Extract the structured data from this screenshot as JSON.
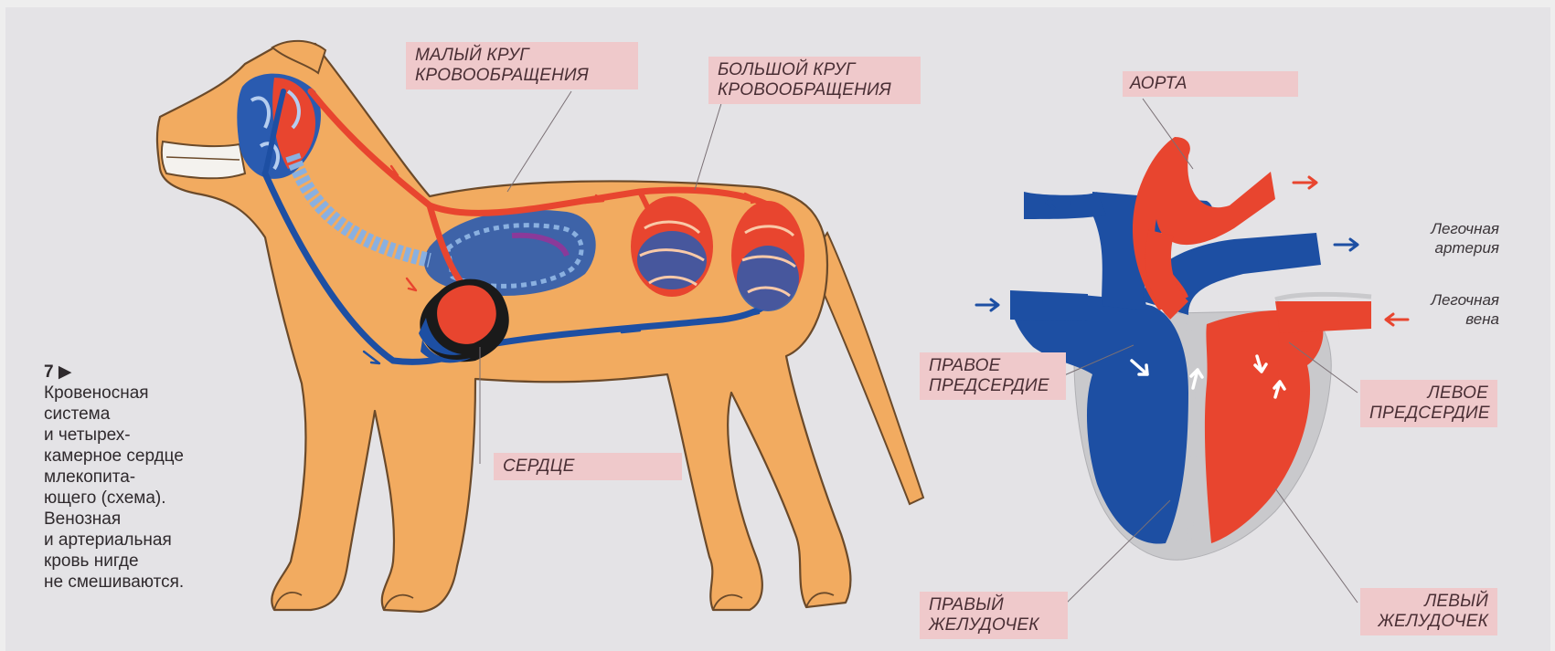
{
  "figure": {
    "number": "7",
    "caption_lines": [
      "Кровеносная",
      "система",
      "и четырех-",
      "камерное сердце",
      "млекопита-",
      "ющего (схема).",
      "Венозная",
      "и артериальная",
      "кровь нигде",
      "не смешиваются."
    ]
  },
  "labels": {
    "pulmonary_circuit": [
      "МАЛЫЙ КРУГ",
      "КРОВООБРАЩЕНИЯ"
    ],
    "systemic_circuit": [
      "БОЛЬШОЙ КРУГ",
      "КРОВООБРАЩЕНИЯ"
    ],
    "heart": "СЕРДЦЕ",
    "aorta": "АОРТА",
    "right_atrium": [
      "ПРАВОЕ",
      "ПРЕДСЕРДИЕ"
    ],
    "left_atrium": [
      "ЛЕВОЕ",
      "ПРЕДСЕРДИЕ"
    ],
    "right_ventricle": [
      "ПРАВЫЙ",
      "ЖЕЛУДОЧЕК"
    ],
    "left_ventricle": [
      "ЛЕВЫЙ",
      "ЖЕЛУДОЧЕК"
    ],
    "pulmonary_artery": [
      "Легочная",
      "артерия"
    ],
    "pulmonary_vein": [
      "Легочная",
      "вена"
    ]
  },
  "colors": {
    "arterial": "#e8452f",
    "venous": "#1d4fa3",
    "body": "#f2ab60",
    "label_bg": "#efc9cb"
  }
}
